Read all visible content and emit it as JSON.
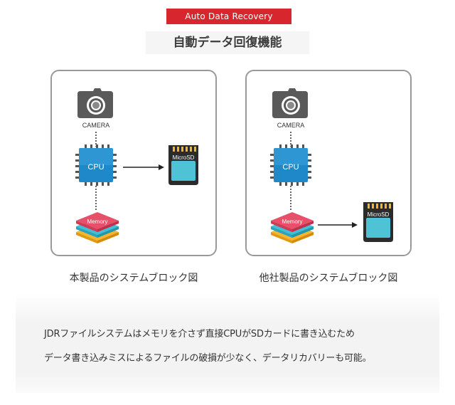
{
  "banner": "Auto Data Recovery",
  "title": "自動データ回復機能",
  "left_panel": {
    "camera_label": "CAMERA",
    "cpu_label": "CPU",
    "sd_label": "MicroSD",
    "memory_label": "Memory",
    "caption": "本製品のシステムブロック図"
  },
  "right_panel": {
    "camera_label": "CAMERA",
    "cpu_label": "CPU",
    "sd_label": "MicroSD",
    "memory_label": "Memory",
    "caption": "他社製品のシステムブロック図"
  },
  "description": {
    "line1": "JDRファイルシステムはメモリを介さず直接CPUがSDカードに書き込むため",
    "line2": "データ書き込みミスによるファイルの破損が少なく、データリカバリーも可能。"
  },
  "colors": {
    "banner": "#d8262e",
    "cpu": "#1e88c8",
    "sd_screen": "#4fc3d6",
    "memory_top": "#e8506a",
    "memory_mid": "#3fc0d8",
    "memory_bottom": "#f5b52e"
  },
  "icons": [
    "camera-icon",
    "cpu-chip-icon",
    "microsd-card-icon",
    "memory-stack-icon",
    "arrow-right-icon"
  ]
}
